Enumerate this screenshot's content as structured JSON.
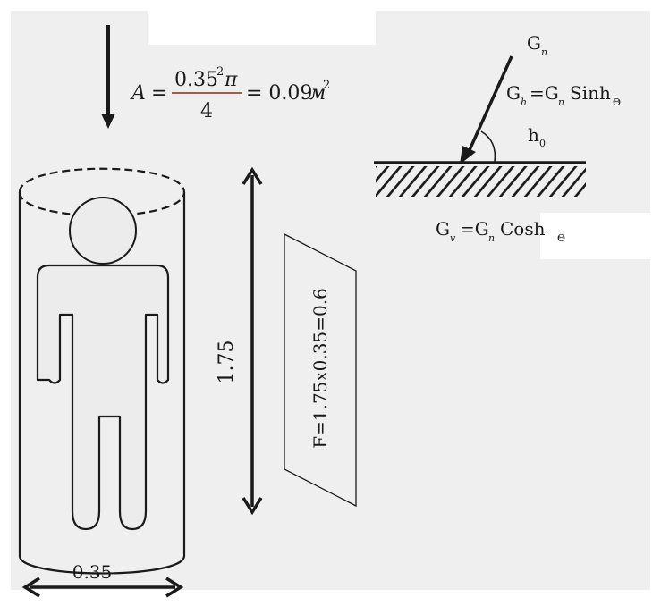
{
  "colors": {
    "page_bg": "#ffffff",
    "panel_bg": "#efefef",
    "ink": "#1a1a1a",
    "figure_fill": "#ececec"
  },
  "area_formula": {
    "lhs": "A",
    "equals": "=",
    "numerator_base": "0.35",
    "numerator_exp": "2",
    "pi": "π",
    "denominator": "4",
    "equals_result": "= 0.09",
    "unit": "м",
    "unit_exp": "2"
  },
  "dimensions": {
    "height_label": "1.75",
    "width_label": "0.35",
    "frontal_area_label": "F=1.75x0.35=0.6"
  },
  "radiation": {
    "gn_main": "G",
    "gn_sub": "n",
    "gh_main": "G",
    "gh_sub": "h",
    "gh_eq": "=G",
    "gh_n_sub": "n",
    "gh_func": "Sinh",
    "gh_theta": "Θ",
    "h0_main": "h",
    "h0_sub": "0",
    "gv_main": "G",
    "gv_sub": "v",
    "gv_eq": "=G",
    "gv_n_sub": "n",
    "gv_func": "Cosh",
    "gv_theta": "Θ"
  },
  "icons": [
    "down-arrow-icon",
    "human-figure-icon",
    "double-arrow-icon",
    "hatched-ground-icon"
  ]
}
